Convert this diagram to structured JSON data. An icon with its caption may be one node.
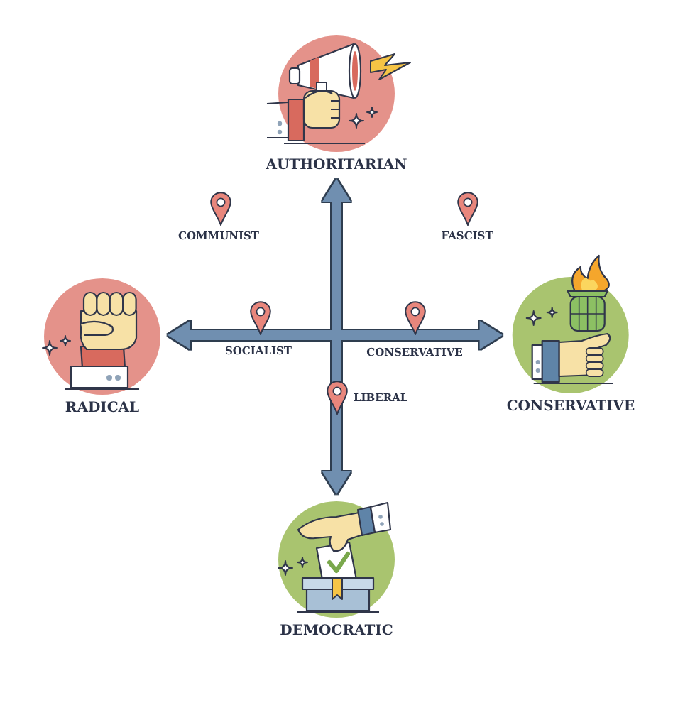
{
  "diagram": {
    "nodes": [
      {
        "text": [
          "AUTHORITARIAN"
        ]
      },
      {
        "text": [
          "RADICAL"
        ]
      },
      {
        "text": [
          "CONSERVATIVE"
        ]
      },
      {
        "text": [
          "DEMOCRATIC"
        ]
      }
    ],
    "edges": [
      {
        "from": 0,
        "to": 3,
        "arrow": "both"
      },
      {
        "from": 1,
        "to": 2,
        "arrow": "both"
      }
    ],
    "labels": [
      "COMMUNIST",
      "FASCIST",
      "SOCIALIST",
      "CONSERVATIVE",
      "LIBERAL"
    ]
  }
}
